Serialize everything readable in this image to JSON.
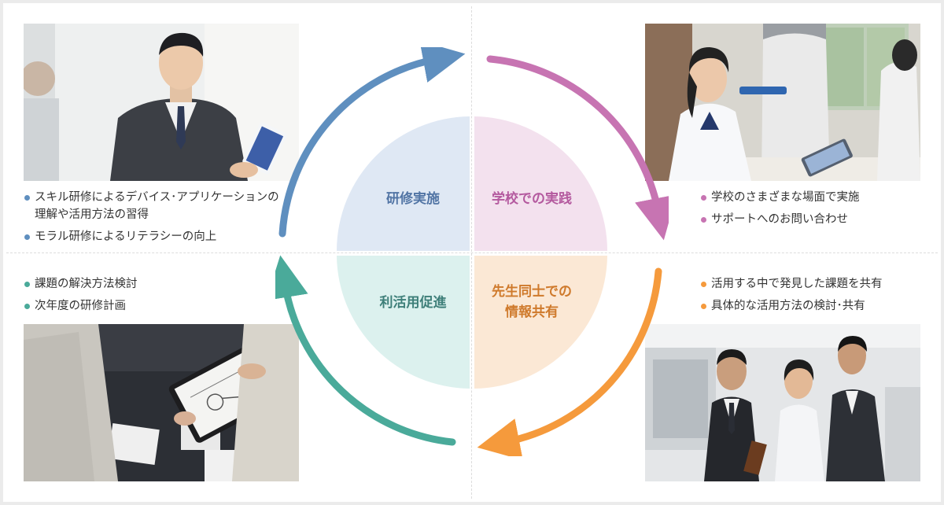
{
  "quadrants": {
    "training": {
      "label": "研修実施",
      "color": "#dfe8f4",
      "arrow_color": "#5f8fbf",
      "bullets": [
        "スキル研修によるデバイス･アプリケーションの理解や活用方法の習得",
        "モラル研修によるリテラシーの向上"
      ]
    },
    "practice": {
      "label": "学校での実践",
      "color": "#f3e1ee",
      "arrow_color": "#c774b2",
      "bullets": [
        "学校のさまざまな場面で実施",
        "サポートへのお問い合わせ"
      ]
    },
    "sharing": {
      "label_line1": "先生同士での",
      "label_line2": "情報共有",
      "color": "#fbe8d5",
      "arrow_color": "#f59a3c",
      "bullets": [
        "活用する中で発見した課題を共有",
        "具体的な活用方法の検討･共有"
      ]
    },
    "promotion": {
      "label": "利活用促進",
      "color": "#dcf1ee",
      "arrow_color": "#4aaa9a",
      "bullets": [
        "課題の解決方法検討",
        "次年度の研修計画"
      ]
    }
  }
}
